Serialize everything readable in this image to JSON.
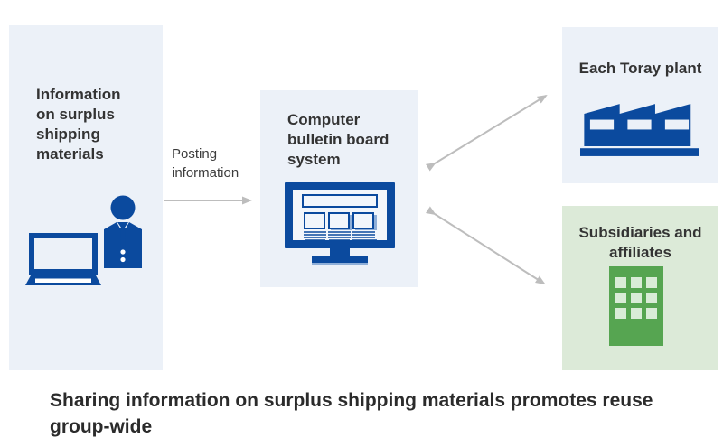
{
  "colors": {
    "blue_box_bg": "#ecf1f8",
    "green_box_bg": "#dcead8",
    "icon_blue": "#0b4a9e",
    "icon_green": "#56a551",
    "icon_green_window": "#d9ecd7",
    "arrow_gray": "#bdbdbd",
    "monitor_screen": "#f2f6fb",
    "monitor_accent": "#8fafd8",
    "text": "#333333"
  },
  "boxes": {
    "source": {
      "label": "Information on surplus shipping materials",
      "icons": [
        "laptop-icon",
        "person-icon"
      ]
    },
    "system": {
      "label": "Computer bulletin board system",
      "icons": [
        "monitor-icon"
      ]
    },
    "plants": {
      "label": "Each Toray plant",
      "icons": [
        "factory-icon"
      ]
    },
    "subsidiaries": {
      "label": "Subsidiaries and affiliates",
      "icons": [
        "building-icon"
      ]
    }
  },
  "connectors": {
    "posting": {
      "label": "Posting information",
      "direction": "right"
    },
    "system_plants": {
      "direction": "both"
    },
    "system_subsidiaries": {
      "direction": "both"
    }
  },
  "caption": "Sharing information on surplus shipping materials promotes reuse group-wide"
}
